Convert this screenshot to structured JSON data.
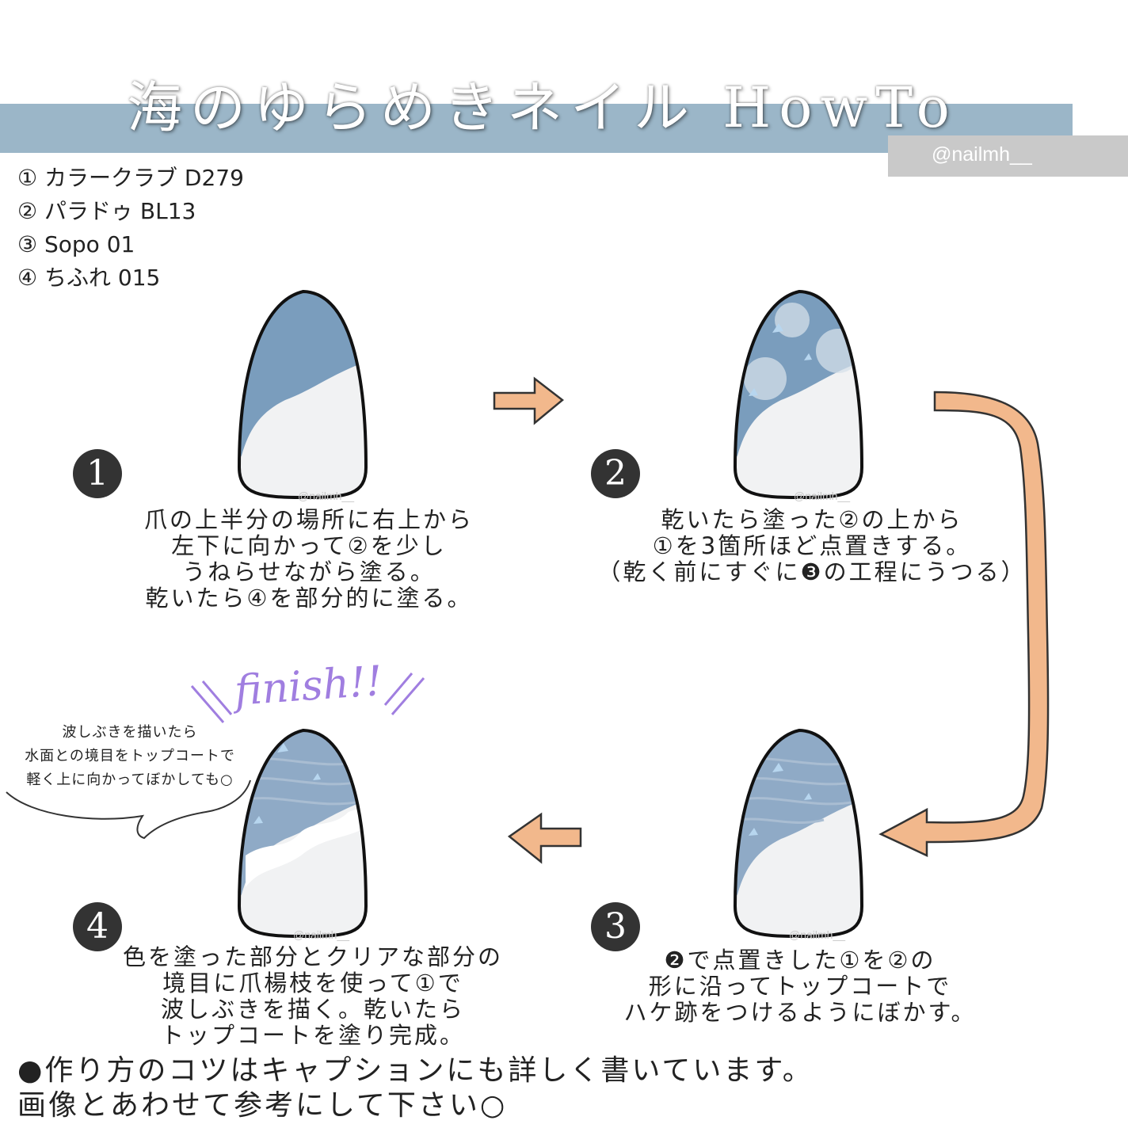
{
  "title": "海のゆらめきネイル HowTo",
  "handle": "@nailmh__",
  "watermark": "@nailmh__",
  "materials": [
    "① カラークラブ D279",
    "② パラドゥ BL13",
    "③ Sopo 01",
    "④ ちふれ 015"
  ],
  "steps": [
    {
      "number": "1",
      "lines": [
        "爪の上半分の場所に右上から",
        "左下に向かって②を少し",
        "うねらせながら塗る。",
        "乾いたら④を部分的に塗る。"
      ]
    },
    {
      "number": "2",
      "lines": [
        "乾いたら塗った②の上から",
        "①を3箇所ほど点置きする。",
        "（乾く前にすぐに❸の工程にうつる）"
      ]
    },
    {
      "number": "3",
      "lines": [
        "❷で点置きした①を②の",
        "形に沿ってトップコートで",
        "ハケ跡をつけるようにぼかす。"
      ]
    },
    {
      "number": "4",
      "lines": [
        "色を塗った部分とクリアな部分の",
        "境目に爪楊枝を使って①で",
        "波しぶきを描く。乾いたら",
        "トップコートを塗り完成。"
      ]
    }
  ],
  "tip": [
    "波しぶきを描いたら",
    "水面との境目をトップコートで",
    "軽く上に向かってぼかしても○"
  ],
  "finish_label": "finish!!",
  "footer": [
    "●作り方のコツはキャプションにも詳しく書いています。",
    "画像とあわせて参考にして下さい○"
  ],
  "colors": {
    "banner": "#9bb6c8",
    "nail_blue": "#7a9dbd",
    "nail_base": "#f1f2f3",
    "arrow": "#f2b88c",
    "finish": "#a07ee0",
    "step_badge": "#333333"
  }
}
